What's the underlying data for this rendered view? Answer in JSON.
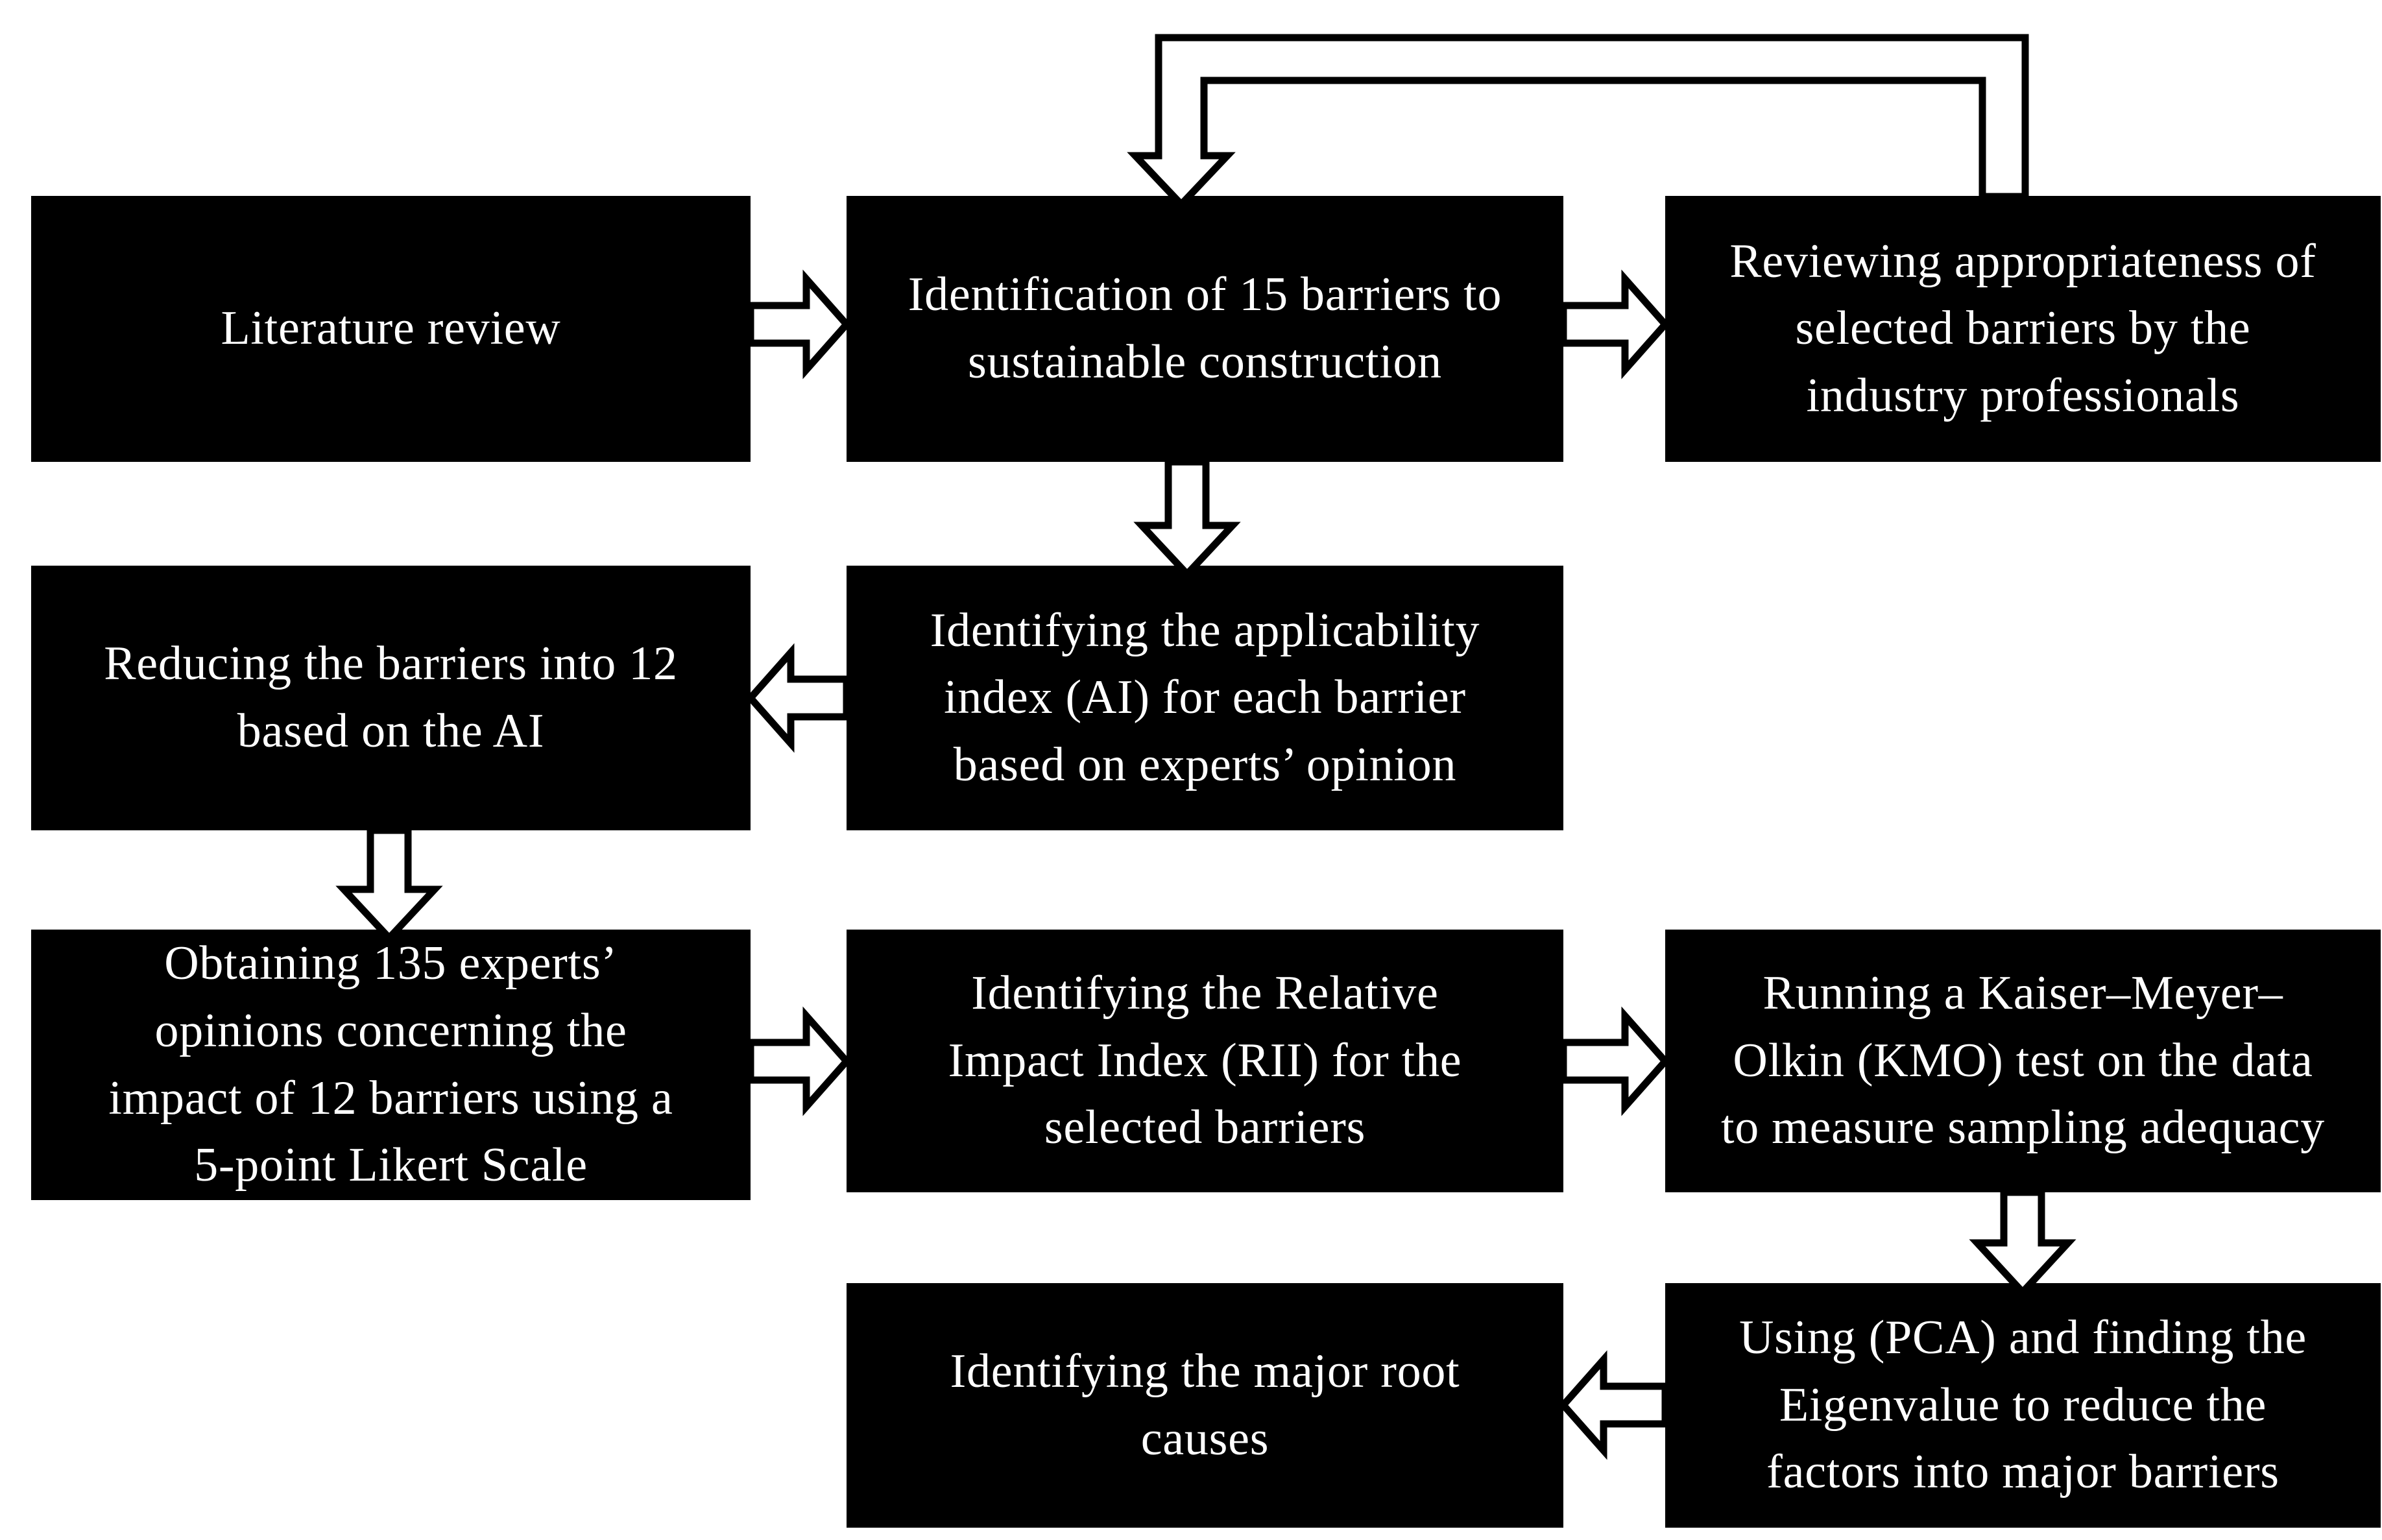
{
  "figure": {
    "type": "flowchart",
    "colors": {
      "background": "#ffffff",
      "node_fill": "#000000",
      "node_text": "#ffffff",
      "arrow_fill": "#ffffff",
      "arrow_stroke": "#000000"
    },
    "nodes": [
      {
        "id": "literature-review",
        "label": "Literature review"
      },
      {
        "id": "identification-15-barriers",
        "label": "Identification of 15 barriers to\nsustainable construction"
      },
      {
        "id": "reviewing-appropriateness",
        "label": "Reviewing appropriateness of\nselected barriers by the\nindustry professionals"
      },
      {
        "id": "reducing-barriers-12",
        "label": "Reducing the barriers into 12\nbased on the AI"
      },
      {
        "id": "applicability-index",
        "label": "Identifying the applicability\nindex (AI) for each barrier\nbased on experts’ opinion"
      },
      {
        "id": "obtaining-135-opinions",
        "label": "Obtaining 135 experts’\nopinions concerning the\nimpact of 12 barriers using a\n5-point Likert Scale"
      },
      {
        "id": "relative-impact-index",
        "label": "Identifying the Relative\nImpact Index (RII) for the\nselected barriers"
      },
      {
        "id": "kmo-test",
        "label": "Running a Kaiser–Meyer–\nOlkin (KMO) test on the data\nto measure sampling adequacy"
      },
      {
        "id": "major-root-causes",
        "label": "Identifying the major root\ncauses"
      },
      {
        "id": "pca-eigenvalue",
        "label": "Using (PCA) and finding the\nEigenvalue to reduce the\nfactors into major barriers"
      }
    ],
    "edges": [
      {
        "from": "literature-review",
        "to": "identification-15-barriers",
        "style": "hollow-arrow-right"
      },
      {
        "from": "identification-15-barriers",
        "to": "reviewing-appropriateness",
        "style": "hollow-arrow-right"
      },
      {
        "from": "reviewing-appropriateness",
        "to": "identification-15-barriers",
        "style": "hollow-feedback-loop-top"
      },
      {
        "from": "identification-15-barriers",
        "to": "applicability-index",
        "style": "hollow-arrow-down"
      },
      {
        "from": "applicability-index",
        "to": "reducing-barriers-12",
        "style": "hollow-arrow-left"
      },
      {
        "from": "reducing-barriers-12",
        "to": "obtaining-135-opinions",
        "style": "hollow-arrow-down"
      },
      {
        "from": "obtaining-135-opinions",
        "to": "relative-impact-index",
        "style": "hollow-arrow-right"
      },
      {
        "from": "relative-impact-index",
        "to": "kmo-test",
        "style": "hollow-arrow-right"
      },
      {
        "from": "kmo-test",
        "to": "pca-eigenvalue",
        "style": "hollow-arrow-down"
      },
      {
        "from": "pca-eigenvalue",
        "to": "major-root-causes",
        "style": "hollow-arrow-left"
      }
    ]
  }
}
